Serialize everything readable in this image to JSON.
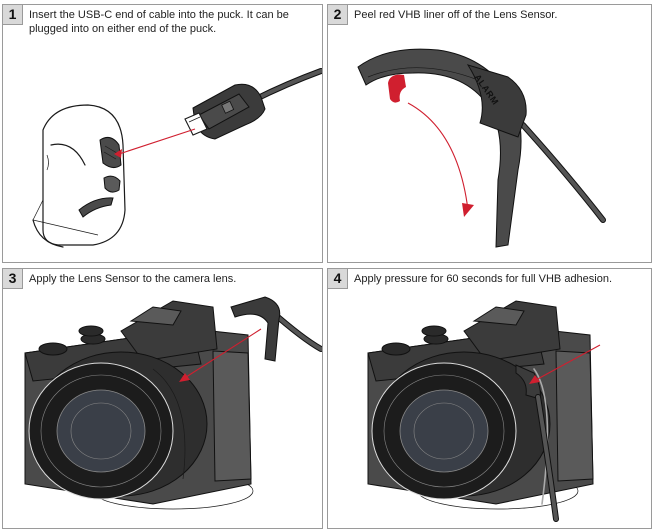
{
  "steps": [
    {
      "number": "1",
      "caption": "Insert the USB-C end of cable into the puck. It can be plugged into on either end of the puck."
    },
    {
      "number": "2",
      "caption": "Peel red VHB liner off of the Lens Sensor.",
      "sensor_label": "ALARM"
    },
    {
      "number": "3",
      "caption": "Apply the Lens Sensor to the camera lens."
    },
    {
      "number": "4",
      "caption": "Apply pressure for 60 seconds for full VHB adhesion."
    }
  ],
  "colors": {
    "accent_red": "#d01f2f",
    "step_badge": "#d9d9d9",
    "border": "#9a9a9a"
  }
}
